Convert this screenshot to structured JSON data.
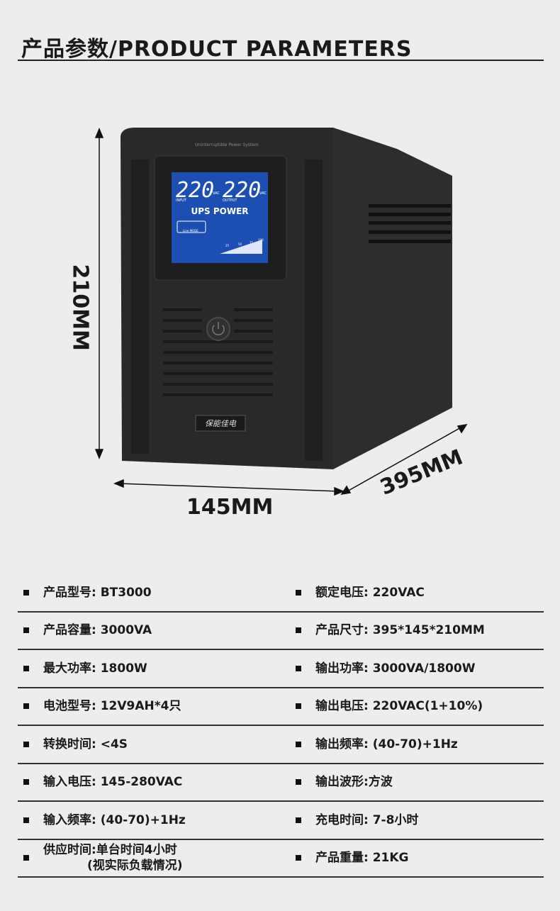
{
  "header": {
    "title": "产品参数/PRODUCT PARAMETERS"
  },
  "product_image": {
    "device_label": "Uninterruptible Power System",
    "lcd": {
      "input_value": "220",
      "output_value": "220",
      "unit": "VAC",
      "input_label": "INPUT",
      "output_label": "OUTPUT",
      "brand": "UPS POWER",
      "mode": "Line MODE",
      "scale": [
        "25",
        "50",
        "75",
        "100"
      ]
    },
    "nameplate": "保能佳电",
    "colors": {
      "case": "#2a2a2c",
      "lcd": "#1d4fb3"
    }
  },
  "dimensions": {
    "height": "210MM",
    "width": "145MM",
    "depth": "395MM"
  },
  "parameters": [
    {
      "left": "产品型号: BT3000",
      "right": "额定电压: 220VAC"
    },
    {
      "left": "产品容量: 3000VA",
      "right": "产品尺寸: 395*145*210MM"
    },
    {
      "left": "最大功率: 1800W",
      "right": "输出功率: 3000VA/1800W"
    },
    {
      "left": "电池型号: 12V9AH*4只",
      "right": "输出电压: 220VAC(1+10%)"
    },
    {
      "left": "转换时间: <4S",
      "right": "输出频率: (40-70)+1Hz"
    },
    {
      "left": "输入电压: 145-280VAC",
      "right": "输出波形:方波"
    },
    {
      "left": "输入频率: (40-70)+1Hz",
      "right": "充电时间: 7-8小时"
    },
    {
      "left": "供应时间:单台时间4小时",
      "left_line2": "(视实际负载情况)",
      "right": "产品重量: 21KG"
    }
  ]
}
